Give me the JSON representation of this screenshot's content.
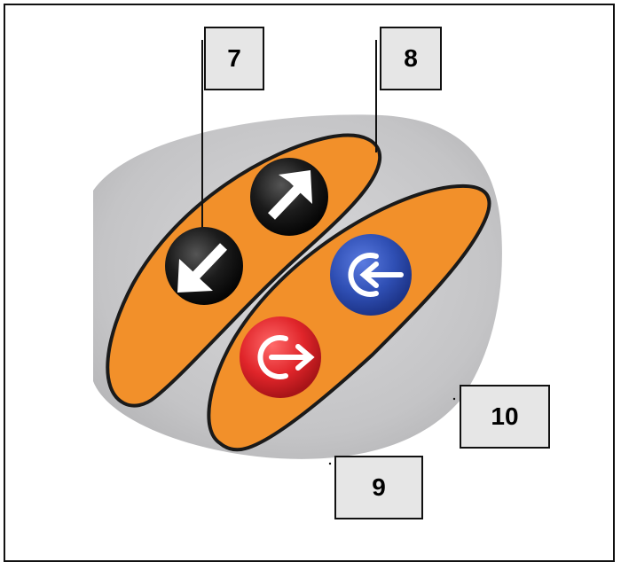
{
  "callouts": {
    "c7": "7",
    "c8": "8",
    "c9": "9",
    "c10": "10"
  },
  "buttons": {
    "up": {
      "icon": "arrow-up-right-icon",
      "color": "#1a1a1a"
    },
    "down": {
      "icon": "arrow-down-left-icon",
      "color": "#1a1a1a"
    },
    "enter": {
      "icon": "enter-arrow-icon",
      "color": "#2f4fb4"
    },
    "exit": {
      "icon": "exit-arrow-icon",
      "color": "#e0252a"
    }
  },
  "colors": {
    "panel_orange": "#f2902a",
    "panel_outline": "#1a1a1a",
    "background_grey": "#c9c9cb"
  }
}
